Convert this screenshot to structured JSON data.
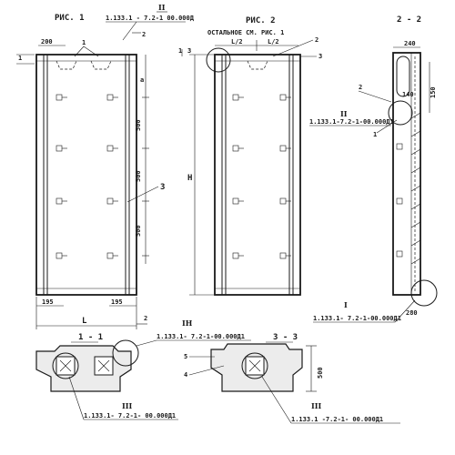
{
  "labels": {
    "fig1_title": "РИС. 1",
    "fig2_title": "РИС. 2",
    "fig2_note": "ОСТАЛЬНОЕ СМ. РИС. 1",
    "sec22": "2 - 2",
    "sec11": "1 - 1",
    "sec33": "3 - 3",
    "dim_200": "200",
    "dim_195_left": "195",
    "dim_195_right": "195",
    "dim_L": "L",
    "dim_L2_a": "L/2",
    "dim_L2_b": "L/2",
    "dim_H": "H",
    "dim_500_a": "500",
    "dim_500_b": "500",
    "dim_500_c": "500",
    "dim_500_sec": "500",
    "dim_a": "a",
    "dim_240": "240",
    "dim_150": "150",
    "dim_140": "140",
    "dim_280": "280",
    "ref_fig1": "1.133.1 - 7.2-1 00.000Д",
    "ref_fig1_roman": "II",
    "ref_22": "1.133.1-7.2-1-00.000Д1",
    "ref_22_roman": "II",
    "ref_I": "1.133.1- 7.2-1-00.000Д1",
    "ref_I_roman": "I",
    "ref_IH": "1.133.1- 7.2-1-00.000Д1",
    "ref_IH_roman": "IН",
    "ref_III_a": "1.133.1- 7.2-1- 00.000Д1",
    "ref_III_a_roman": "III",
    "ref_III_b": "1.133.1 -7.2-1- 00.000Д1",
    "ref_III_b_roman": "III",
    "call_1a": "1",
    "call_1b": "1",
    "call_1c": "1",
    "call_2a": "2",
    "call_2b": "2",
    "call_2c": "2",
    "call_2d": "2",
    "call_3a": "3",
    "call_3b": "3",
    "call_3c": "3",
    "call_4": "4",
    "call_5": "5"
  }
}
